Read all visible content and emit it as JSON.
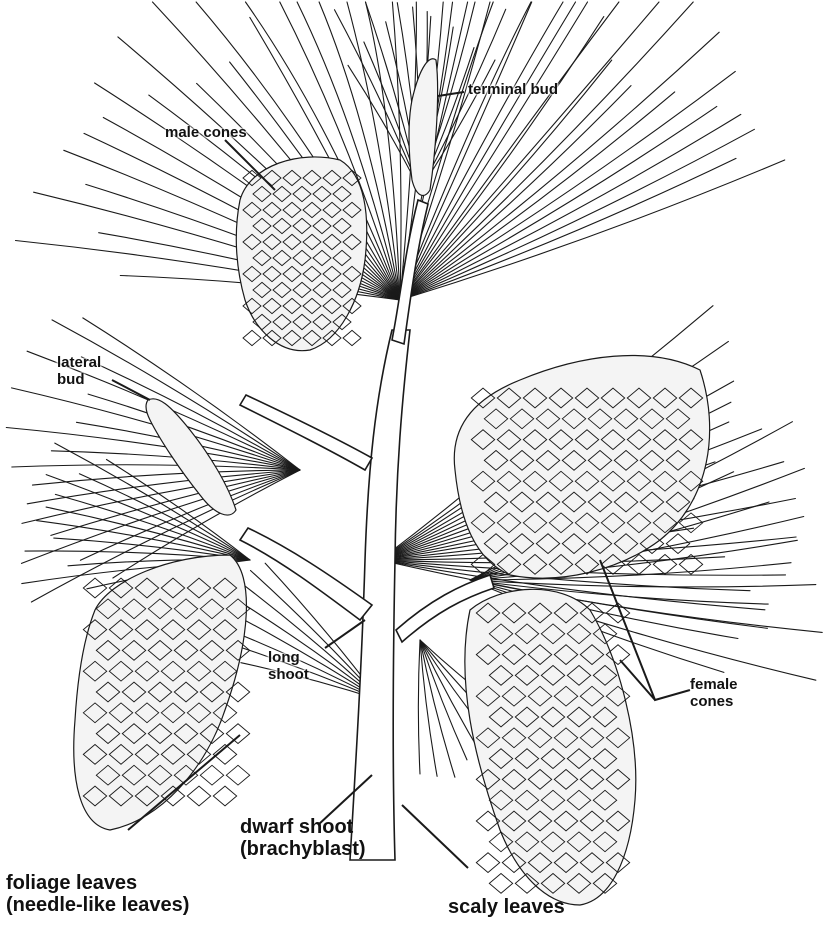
{
  "labels": {
    "terminal_bud": "terminal bud",
    "male_cones": "male cones",
    "lateral_bud": [
      "lateral",
      "bud"
    ],
    "long_shoot": [
      "long",
      "shoot"
    ],
    "female_cones": [
      "female",
      "cones"
    ],
    "dwarf_shoot": [
      "dwarf shoot",
      "(brachyblast)"
    ],
    "foliage_leaves": [
      "foliage leaves",
      "(needle-like leaves)"
    ],
    "scaly_leaves": "scaly leaves"
  },
  "colors": {
    "ink": "#1a1a1a",
    "background": "#ffffff",
    "cone_fill": "#f4f4f4"
  }
}
